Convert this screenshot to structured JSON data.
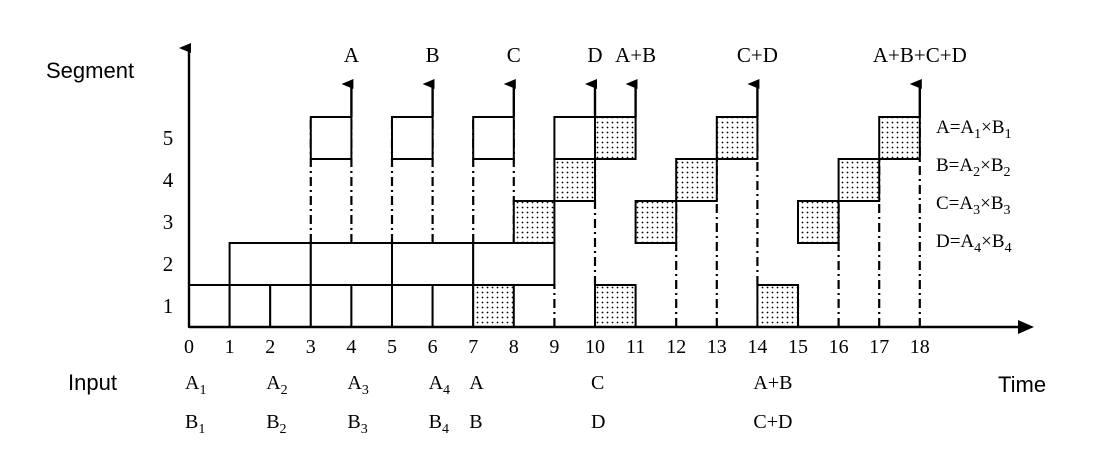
{
  "labels": {
    "segment_axis": "Segment",
    "input_axis": "Input",
    "time_axis": "Time"
  },
  "time_ticks": [
    "0",
    "1",
    "2",
    "3",
    "4",
    "5",
    "6",
    "7",
    "8",
    "9",
    "10",
    "11",
    "12",
    "13",
    "14",
    "15",
    "16",
    "17",
    "18"
  ],
  "segment_ticks": [
    "1",
    "2",
    "3",
    "4",
    "5"
  ],
  "inputs_row1": [
    {
      "t": 0,
      "base": "A",
      "sub": "1"
    },
    {
      "t": 2,
      "base": "A",
      "sub": "2"
    },
    {
      "t": 4,
      "base": "A",
      "sub": "3"
    },
    {
      "t": 6,
      "base": "A",
      "sub": "4"
    },
    {
      "t": 7,
      "base": "A",
      "sub": ""
    },
    {
      "t": 10,
      "base": "C",
      "sub": ""
    },
    {
      "t": 14,
      "base": "A+B",
      "sub": ""
    }
  ],
  "inputs_row2": [
    {
      "t": 0,
      "base": "B",
      "sub": "1"
    },
    {
      "t": 2,
      "base": "B",
      "sub": "2"
    },
    {
      "t": 4,
      "base": "B",
      "sub": "3"
    },
    {
      "t": 6,
      "base": "B",
      "sub": "4"
    },
    {
      "t": 7,
      "base": "B",
      "sub": ""
    },
    {
      "t": 10,
      "base": "D",
      "sub": ""
    },
    {
      "t": 14,
      "base": "C+D",
      "sub": ""
    }
  ],
  "results": [
    {
      "t": 4,
      "label": "A"
    },
    {
      "t": 6,
      "label": "B"
    },
    {
      "t": 8,
      "label": "C"
    },
    {
      "t": 10,
      "label": "D"
    },
    {
      "t": 11,
      "label": "A+B"
    },
    {
      "t": 14,
      "label": "C+D"
    },
    {
      "t": 18,
      "label": "A+B+C+D"
    }
  ],
  "definitions": [
    {
      "lhs": "A=A",
      "s1": "1",
      "mid": "×B",
      "s2": "1"
    },
    {
      "lhs": "B=A",
      "s1": "2",
      "mid": "×B",
      "s2": "2"
    },
    {
      "lhs": "C=A",
      "s1": "3",
      "mid": "×B",
      "s2": "3"
    },
    {
      "lhs": "D=A",
      "s1": "4",
      "mid": "×B",
      "s2": "4"
    }
  ],
  "diagram": {
    "plain_boxes": [
      {
        "seg": 1,
        "t0": 0,
        "t1": 1
      },
      {
        "seg": 1,
        "t0": 1,
        "t1": 2
      },
      {
        "seg": 1,
        "t0": 2,
        "t1": 3
      },
      {
        "seg": 1,
        "t0": 3,
        "t1": 4
      },
      {
        "seg": 1,
        "t0": 4,
        "t1": 5
      },
      {
        "seg": 1,
        "t0": 5,
        "t1": 6
      },
      {
        "seg": 1,
        "t0": 6,
        "t1": 7
      },
      {
        "seg": 2,
        "t0": 1,
        "t1": 3
      },
      {
        "seg": 2,
        "t0": 3,
        "t1": 5
      },
      {
        "seg": 2,
        "t0": 5,
        "t1": 7
      },
      {
        "seg": 2,
        "t0": 7,
        "t1": 9
      },
      {
        "seg": 5,
        "t0": 3,
        "t1": 4
      },
      {
        "seg": 5,
        "t0": 5,
        "t1": 6
      },
      {
        "seg": 5,
        "t0": 7,
        "t1": 8
      },
      {
        "seg": 5,
        "t0": 9,
        "t1": 10
      }
    ],
    "dotted_boxes": [
      {
        "seg": 1,
        "t0": 7,
        "t1": 8
      },
      {
        "seg": 3,
        "t0": 8,
        "t1": 9
      },
      {
        "seg": 4,
        "t0": 9,
        "t1": 10
      },
      {
        "seg": 5,
        "t0": 10,
        "t1": 11
      },
      {
        "seg": 1,
        "t0": 10,
        "t1": 11
      },
      {
        "seg": 3,
        "t0": 11,
        "t1": 12
      },
      {
        "seg": 4,
        "t0": 12,
        "t1": 13
      },
      {
        "seg": 5,
        "t0": 13,
        "t1": 14
      },
      {
        "seg": 1,
        "t0": 14,
        "t1": 15
      },
      {
        "seg": 3,
        "t0": 15,
        "t1": 16
      },
      {
        "seg": 4,
        "t0": 16,
        "t1": 17
      },
      {
        "seg": 5,
        "t0": 17,
        "t1": 18
      }
    ],
    "dash_lines": [
      {
        "t": 3,
        "from": 2,
        "to": 5
      },
      {
        "t": 4,
        "from": 2,
        "to": 5
      },
      {
        "t": 5,
        "from": 2,
        "to": 5
      },
      {
        "t": 6,
        "from": 2,
        "to": 5
      },
      {
        "t": 7,
        "from": 2,
        "to": 5
      },
      {
        "t": 8,
        "from": 2,
        "to": 5
      },
      {
        "t": 9,
        "from": 0,
        "to": 1
      },
      {
        "t": 10,
        "from": 1,
        "to": 4
      },
      {
        "t": 12,
        "from": 0,
        "to": 3
      },
      {
        "t": 13,
        "from": 0,
        "to": 4
      },
      {
        "t": 14,
        "from": 1,
        "to": 5
      },
      {
        "t": 15,
        "from": 0,
        "to": 1
      },
      {
        "t": 16,
        "from": 0,
        "to": 3
      },
      {
        "t": 17,
        "from": 0,
        "to": 4
      },
      {
        "t": 18,
        "from": 0,
        "to": 5
      }
    ],
    "arrows": [
      4,
      6,
      8,
      10,
      11,
      14,
      18
    ]
  }
}
